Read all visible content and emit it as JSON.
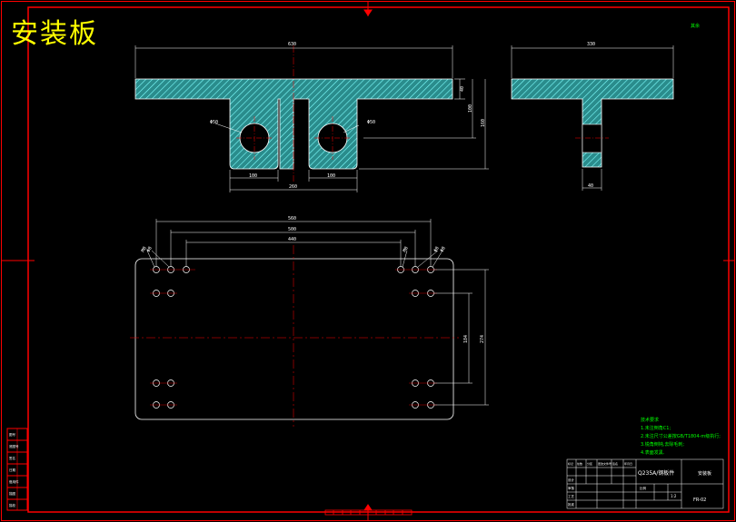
{
  "title": "安装板",
  "corner_note": "其余",
  "dimensions": {
    "top_width": "630",
    "side_width": "330",
    "slot_left_width": "100",
    "slot_right_width": "100",
    "slot_center_distance": "260",
    "flange_thickness": "40",
    "height_inner": "100",
    "height_total": "160",
    "hole_left_dia": "Φ50",
    "hole_right_dia": "Φ50",
    "side_stem_width": "40",
    "plan_560": "560",
    "plan_500": "500",
    "plan_440": "440",
    "plan_274": "274",
    "plan_184": "184",
    "hole_label_1": "M8",
    "hole_label_2": "Φ8",
    "hole_label_3": "M8",
    "hole_label_4": "Φ8",
    "hole_label_5": "Φ8"
  },
  "tech_requirements": {
    "heading": "技术要求",
    "items": [
      "1.未注倒角C1;",
      "2.未注尺寸公差按GB/T1804-m级执行;",
      "3.锐角倒钝,去除毛刺;",
      "4.表面发黑."
    ]
  },
  "title_block": {
    "material": "Q235A/钢板件",
    "part_name": "安装板",
    "drawing_no": "FR-02",
    "scale_label": "比例",
    "scale_value": "1:2",
    "row_labels": [
      "设计",
      "审核",
      "工艺",
      "批准"
    ],
    "small_cells": [
      "标记",
      "处数",
      "分区",
      "更改文件号",
      "签名",
      "年月日"
    ]
  },
  "left_strip": [
    "图号",
    "底图号",
    "签名",
    "日期",
    "借用件",
    "描图",
    "描校"
  ],
  "colors": {
    "background": "#000000",
    "frame": "#ff0000",
    "outline": "#ffffff",
    "hatch": "#00cccc",
    "title": "#ffff00",
    "notes": "#00ff00"
  }
}
